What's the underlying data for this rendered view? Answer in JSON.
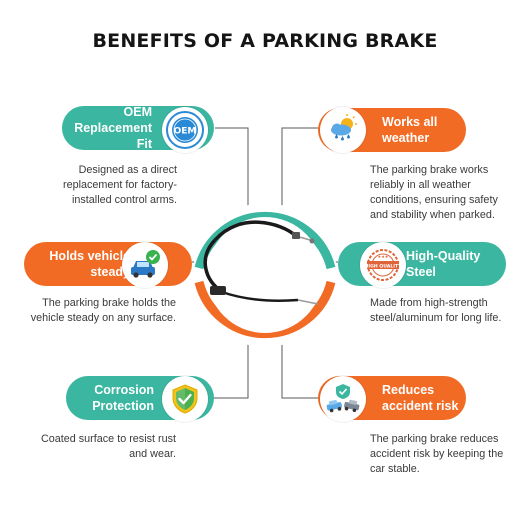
{
  "title": "BENEFITS OF A PARKING BRAKE",
  "benefits": [
    {
      "title_line1": "OEM",
      "title_line2": "Replacement Fit",
      "icon": "oem-badge-icon",
      "badge_text": "OEM",
      "color": "#3bb6a0",
      "desc": [
        "Designed as a direct",
        "replacement for factory-",
        "installed control arms."
      ]
    },
    {
      "title_line1": "Works all",
      "title_line2": "weather",
      "icon": "weather-icon",
      "color": "#f26b25",
      "desc": [
        "The parking brake works",
        "reliably in all weather",
        "conditions, ensuring safety",
        "and stability when parked."
      ]
    },
    {
      "title_line1": "Holds vehicle",
      "title_line2": "steady",
      "icon": "car-check-icon",
      "color": "#f26b25",
      "desc": [
        "The parking brake holds the",
        "vehicle steady on any surface."
      ]
    },
    {
      "title_line1": "High-Quality",
      "title_line2": "Steel",
      "icon": "high-quality-stamp-icon",
      "badge_text": "HIGH QUALITY",
      "color": "#3bb6a0",
      "desc": [
        "Made from high-strength",
        "steel/aluminum for long life."
      ]
    },
    {
      "title_line1": "Corrosion",
      "title_line2": "Protection",
      "icon": "shield-check-icon",
      "color": "#3bb6a0",
      "desc": [
        "Coated surface to resist rust",
        "and wear."
      ]
    },
    {
      "title_line1": "Reduces",
      "title_line2": "accident risk",
      "icon": "car-crash-shield-icon",
      "color": "#f26b25",
      "desc": [
        "The parking brake reduces",
        "accident risk by keeping the",
        "car stable."
      ]
    }
  ],
  "colors": {
    "teal": "#3bb6a0",
    "orange": "#f26b25",
    "connector": "#5a5a5a"
  }
}
